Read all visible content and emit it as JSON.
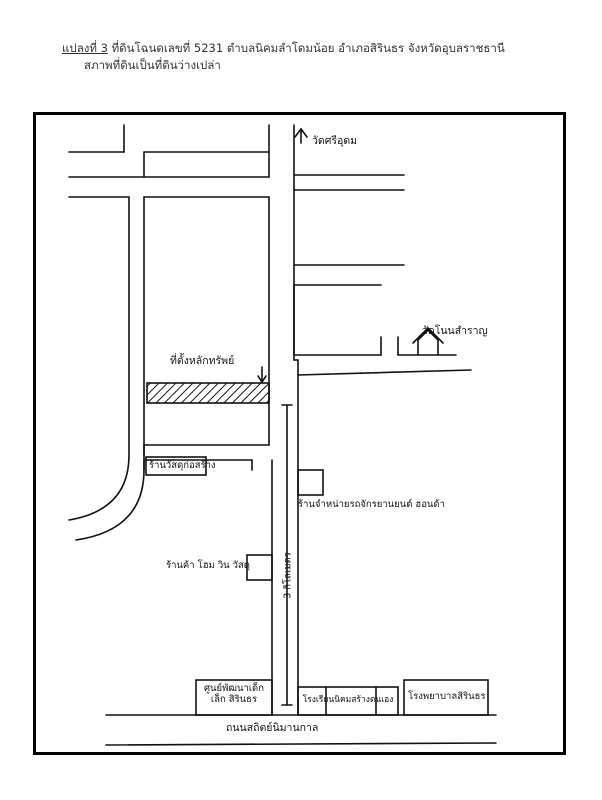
{
  "heading": {
    "lot_label": "แปลงที่ 3",
    "line1_rest": "ที่ดินโฉนดเลขที่ 5231 ตำบลนิคมลำโดมน้อย อำเภอสิรินธร จังหวัดอุบลราชธานี",
    "line2": "สภาพที่ดินเป็นที่ดินว่างเปล่า"
  },
  "map": {
    "wat_top": "วัดศรีอุดม",
    "wat_right": "วัดโนนสำราญ",
    "target_label": "ที่ตั้งหลักทรัพย์",
    "shop_hardware": "ร้านวัสดุก่อสร้าง",
    "distance": "3 กิโลเมตร",
    "shop_construction": "ร้านค้า โฮม วิน วัสดุ",
    "shop_motor": "ร้านจำหน่ายรถจักรยานยนต์ ฮอนด้า",
    "center_kids": "ศูนย์พัฒนาเด็กเล็ก สิรินธร",
    "school": "โรงเรียนนิคมสร้างตนเอง",
    "hospital": "โรงพยาบาลสิรินธร",
    "road": "ถนนสถิตย์นิมานกาล"
  },
  "colors": {
    "line": "#111111",
    "frame": "#000000"
  }
}
